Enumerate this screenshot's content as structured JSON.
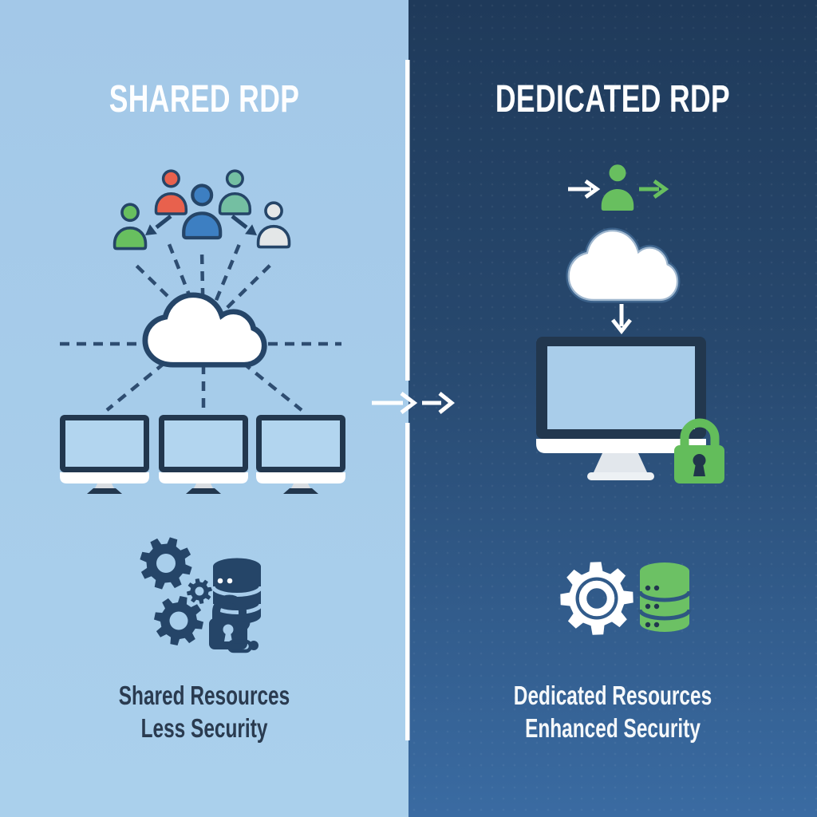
{
  "left_panel": {
    "title": "SHARED RDP",
    "caption_line1": "Shared Resources",
    "caption_line2": "Less Security",
    "icon_names": [
      "multi-user-icons",
      "shared-cloud-icon",
      "three-monitors-icon",
      "gears-icon",
      "database-icon",
      "padlock-chain-icon"
    ]
  },
  "right_panel": {
    "title": "DEDICATED RDP",
    "caption_line1": "Dedicated Resources",
    "caption_line2": "Enhanced Security",
    "icon_names": [
      "single-user-icon",
      "dedicated-cloud-icon",
      "monitor-icon",
      "green-padlock-icon",
      "gear-icon",
      "green-database-icon"
    ]
  },
  "divider": {
    "style": "vertical-white-line-with-transfer-arrows"
  },
  "palette": {
    "bgLeftTop": "#a3c8e8",
    "bgLeftBottom": "#aad0ec",
    "bgRightTop": "#1f3a5a",
    "bgRightBottom": "#3a6ba2",
    "navy": "#254568",
    "frame": "#22374e",
    "green": "#68bf5f",
    "lockGreen": "#63bd5b",
    "dbGreen": "#6cc164",
    "teal": "#74bfa2",
    "red": "#e8614d",
    "blue": "#3d7fc2",
    "gray": "#e4e7e8",
    "white": "#ffffff",
    "screenL": "#b2d5ef",
    "screenR": "#a9cdea",
    "dash": "#2e4d71",
    "standL": "#d8dde2",
    "standR": "#e2e7ec",
    "capLeft": "#2a3b50",
    "capRight": "#f5f8fa"
  }
}
